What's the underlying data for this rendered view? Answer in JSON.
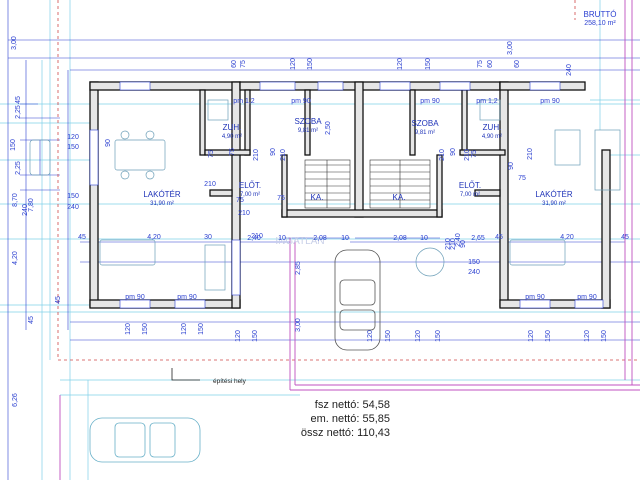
{
  "brutto": {
    "label": "BRUTTÓ",
    "value": "258,10 m²"
  },
  "rooms": [
    {
      "id": "lakoter-left",
      "name": "LAKÓTÉR",
      "area": "31,90 m²"
    },
    {
      "id": "zuh-left",
      "name": "ZUH.",
      "area": "4,90 m²"
    },
    {
      "id": "szoba-left",
      "name": "SZOBA",
      "area": "9,81 m²"
    },
    {
      "id": "szoba-right",
      "name": "SZOBA",
      "area": "9,81 m²"
    },
    {
      "id": "zuh-right",
      "name": "ZUH.",
      "area": "4,90 m²"
    },
    {
      "id": "lakoter-right",
      "name": "LAKÓTÉR",
      "area": "31,90 m²"
    },
    {
      "id": "elot-left",
      "name": "ELŐT.",
      "area": "7,00 m²"
    },
    {
      "id": "elot-right",
      "name": "ELŐT.",
      "area": "7,00 m²"
    },
    {
      "id": "ka-left",
      "name": "KA.",
      "area": ""
    },
    {
      "id": "ka-right",
      "name": "KA.",
      "area": ""
    }
  ],
  "building_line": "építési hely",
  "areas": {
    "ground": "fsz nettó: 54,58",
    "upper": "em. nettó: 55,85",
    "total": "össz nettó: 110,43"
  },
  "watermark": "INGATLAN",
  "dims_blue": [
    {
      "t": "3,00",
      "id": "d1"
    },
    {
      "t": "2,25",
      "id": "d2"
    },
    {
      "t": "45",
      "id": "d3"
    },
    {
      "t": "2,25",
      "id": "d4"
    },
    {
      "t": "8,70",
      "id": "d5"
    },
    {
      "t": "7,80",
      "id": "d6"
    },
    {
      "t": "4,20",
      "id": "d7"
    },
    {
      "t": "45",
      "id": "d8"
    },
    {
      "t": "6,26",
      "id": "d9"
    },
    {
      "t": "45",
      "id": "d10"
    },
    {
      "t": "120",
      "id": "d11"
    },
    {
      "t": "150",
      "id": "d12"
    },
    {
      "t": "150",
      "id": "d13"
    },
    {
      "t": "240",
      "id": "d14"
    },
    {
      "t": "45",
      "id": "d15"
    },
    {
      "t": "4,20",
      "id": "d16"
    },
    {
      "t": "30",
      "id": "d17"
    },
    {
      "t": "pm 90",
      "id": "d18"
    },
    {
      "t": "pm 90",
      "id": "d19"
    },
    {
      "t": "120",
      "id": "d20"
    },
    {
      "t": "150",
      "id": "d21"
    },
    {
      "t": "120",
      "id": "d22"
    },
    {
      "t": "150",
      "id": "d23"
    },
    {
      "t": "90",
      "id": "d24"
    },
    {
      "t": "210",
      "id": "d25"
    },
    {
      "t": "210",
      "id": "d26"
    },
    {
      "t": "60",
      "id": "d27"
    },
    {
      "t": "75",
      "id": "d28"
    },
    {
      "t": "120",
      "id": "d29"
    },
    {
      "t": "150",
      "id": "d30"
    },
    {
      "t": "120",
      "id": "d31"
    },
    {
      "t": "150",
      "id": "d32"
    },
    {
      "t": "75",
      "id": "d33"
    },
    {
      "t": "60",
      "id": "d34"
    },
    {
      "t": "pm 1,2",
      "id": "d35"
    },
    {
      "t": "pm 90",
      "id": "d36"
    },
    {
      "t": "pm 90",
      "id": "d37"
    },
    {
      "t": "pm 1,2",
      "id": "d38"
    },
    {
      "t": "75",
      "id": "d39"
    },
    {
      "t": "210",
      "id": "d40"
    },
    {
      "t": "90",
      "id": "d41"
    },
    {
      "t": "210",
      "id": "d42"
    },
    {
      "t": "2,50",
      "id": "d43"
    },
    {
      "t": "210",
      "id": "d44"
    },
    {
      "t": "90",
      "id": "d45"
    },
    {
      "t": "210",
      "id": "d46"
    },
    {
      "t": "75",
      "id": "d47"
    },
    {
      "t": "75",
      "id": "d48"
    },
    {
      "t": "210",
      "id": "d49"
    },
    {
      "t": "75",
      "id": "d50"
    },
    {
      "t": "2,40",
      "id": "d51"
    },
    {
      "t": "10",
      "id": "d52"
    },
    {
      "t": "2,08",
      "id": "d53"
    },
    {
      "t": "10",
      "id": "d54"
    },
    {
      "t": "2,08",
      "id": "d55"
    },
    {
      "t": "10",
      "id": "d56"
    },
    {
      "t": "2,40",
      "id": "d57"
    },
    {
      "t": "2,65",
      "id": "d58"
    },
    {
      "t": "45",
      "id": "d59"
    },
    {
      "t": "4,20",
      "id": "d60"
    },
    {
      "t": "45",
      "id": "d61"
    },
    {
      "t": "150",
      "id": "d62"
    },
    {
      "t": "240",
      "id": "d63"
    },
    {
      "t": "2,85",
      "id": "d64"
    },
    {
      "t": "3,00",
      "id": "d65"
    },
    {
      "t": "210",
      "id": "d66"
    },
    {
      "t": "90",
      "id": "d67"
    },
    {
      "t": "210",
      "id": "d68"
    },
    {
      "t": "120",
      "id": "d69"
    },
    {
      "t": "150",
      "id": "d70"
    },
    {
      "t": "120",
      "id": "d71"
    },
    {
      "t": "150",
      "id": "d72"
    },
    {
      "t": "120",
      "id": "d73"
    },
    {
      "t": "150",
      "id": "d74"
    },
    {
      "t": "120",
      "id": "d75"
    },
    {
      "t": "150",
      "id": "d76"
    },
    {
      "t": "pm 90",
      "id": "d77"
    },
    {
      "t": "pm 90",
      "id": "d78"
    },
    {
      "t": "3,00",
      "id": "d79"
    },
    {
      "t": "240",
      "id": "d80"
    },
    {
      "t": "120",
      "id": "d81"
    },
    {
      "t": "150",
      "id": "d82"
    },
    {
      "t": "60",
      "id": "d83"
    },
    {
      "t": "pm 90",
      "id": "d84"
    },
    {
      "t": "150",
      "id": "d85"
    },
    {
      "t": "240",
      "id": "d86"
    },
    {
      "t": "75",
      "id": "d87"
    },
    {
      "t": "75",
      "id": "d88"
    },
    {
      "t": "210",
      "id": "d89"
    },
    {
      "t": "90",
      "id": "d90"
    }
  ]
}
